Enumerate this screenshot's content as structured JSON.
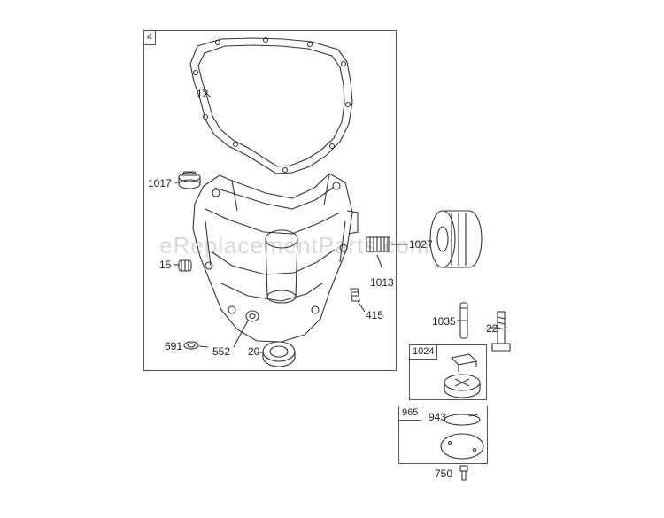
{
  "main_box": {
    "tag": "4"
  },
  "box_1024": {
    "tag": "1024"
  },
  "box_965": {
    "tag": "965"
  },
  "watermark": "eReplacementParts.com",
  "parts": {
    "p12": "12",
    "p1017": "1017",
    "p15": "15",
    "p691": "691",
    "p552": "552",
    "p20": "20",
    "p1013": "1013",
    "p415": "415",
    "p1027": "1027",
    "p1035": "1035",
    "p22": "22",
    "p943": "943",
    "p750": "750"
  }
}
